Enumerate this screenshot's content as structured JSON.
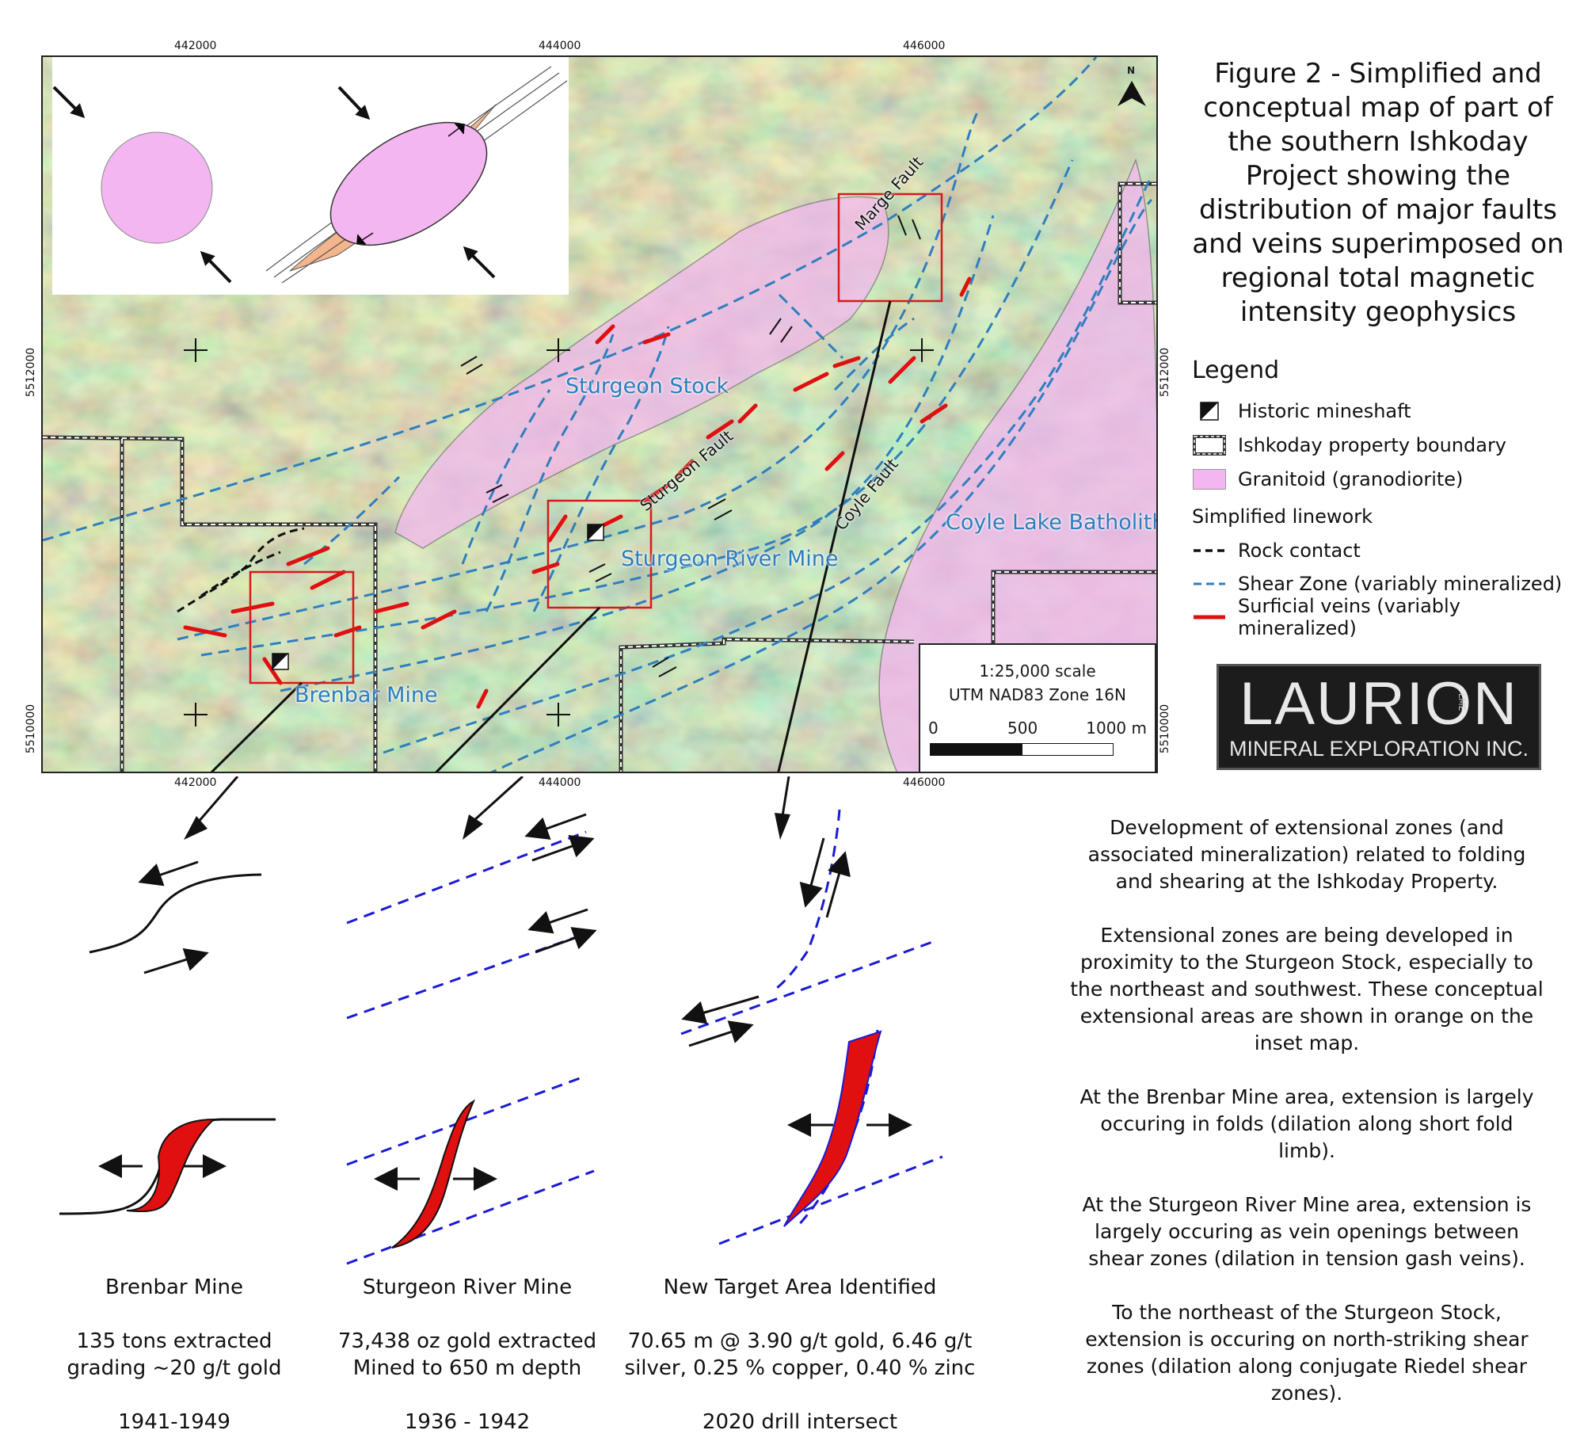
{
  "figure": {
    "title": "Figure 2 - Simplified and conceptual map of part of the southern Ishkoday Project showing the distribution of major faults and veins superimposed on regional total magnetic intensity geophysics"
  },
  "map": {
    "top_ticks": [
      "442000",
      "444000",
      "446000"
    ],
    "bottom_ticks": [
      "442000",
      "444000",
      "446000"
    ],
    "left_ticks": [
      "5512000",
      "5510000"
    ],
    "right_ticks": [
      "5512000",
      "5510000"
    ],
    "north_label": "N",
    "labels": {
      "sturgeon_stock": "Sturgeon Stock",
      "sturgeon_river_mine": "Sturgeon River Mine",
      "brenbar_mine": "Brenbar Mine",
      "coyle_lake_batholith": "Coyle Lake Batholith",
      "sturgeon_fault": "Sturgeon Fault",
      "coyle_fault": "Coyle Fault",
      "marge_fault": "Marge Fault"
    },
    "colors": {
      "granitoid": "#f4b6f0",
      "shear_zone": "#2f7fbf",
      "vein": "#e01010",
      "box": "#d61a1a"
    }
  },
  "legend": {
    "title": "Legend",
    "items": [
      {
        "icon": "mineshaft-icon",
        "label": "Historic mineshaft"
      },
      {
        "icon": "property-boundary-icon",
        "label": "Ishkoday property boundary"
      },
      {
        "icon": "granitoid-swatch",
        "label": "Granitoid (granodiorite)"
      }
    ],
    "subtitle": "Simplified linework",
    "line_items": [
      {
        "icon": "rock-contact-line",
        "label": "Rock contact"
      },
      {
        "icon": "shear-zone-line",
        "label": "Shear Zone (variably mineralized)"
      },
      {
        "icon": "vein-line",
        "label": "Surficial veins (variably mineralized)"
      }
    ]
  },
  "scale": {
    "line1": "1:25,000 scale",
    "line2": "UTM NAD83 Zone 16N",
    "ticks": [
      "0",
      "500",
      "1000 m"
    ]
  },
  "logo": {
    "name": "LAURION",
    "subtitle": "MINERAL EXPLORATION INC.",
    "mark": "LME"
  },
  "columns": [
    {
      "name": "Brenbar Mine",
      "detail1": "135 tons extracted",
      "detail2": "grading ~20 g/t gold",
      "dates": "1941-1949"
    },
    {
      "name": "Sturgeon River Mine",
      "detail1": "73,438 oz gold extracted",
      "detail2": "Mined to 650 m depth",
      "dates": "1936 - 1942"
    },
    {
      "name": "New Target Area Identified",
      "detail1": "70.65 m @ 3.90 g/t gold, 6.46 g/t",
      "detail2": "silver, 0.25 % copper, 0.40 % zinc",
      "dates": "2020 drill intersect"
    }
  ],
  "description": {
    "p1": [
      "Development of extensional zones (and",
      "associated mineralization) related to folding",
      "and shearing at the Ishkoday Property."
    ],
    "p2": [
      "Extensional zones are being developed in",
      "proximity to the Sturgeon Stock, especially to",
      "the northeast and southwest. These conceptual",
      "extensional areas are shown in orange on the",
      "inset map."
    ],
    "p3": [
      "At the Brenbar Mine area, extension is largely",
      "occuring in folds (dilation along short fold",
      "limb)."
    ],
    "p4": [
      "At the Sturgeon River Mine area, extension is",
      "largely occuring as vein openings between",
      "shear zones (dilation in tension gash veins)."
    ],
    "p5": [
      "To the northeast of the Sturgeon Stock,",
      "extension is occuring on north-striking shear",
      "zones (dilation along conjugate Riedel shear",
      "zones)."
    ]
  }
}
